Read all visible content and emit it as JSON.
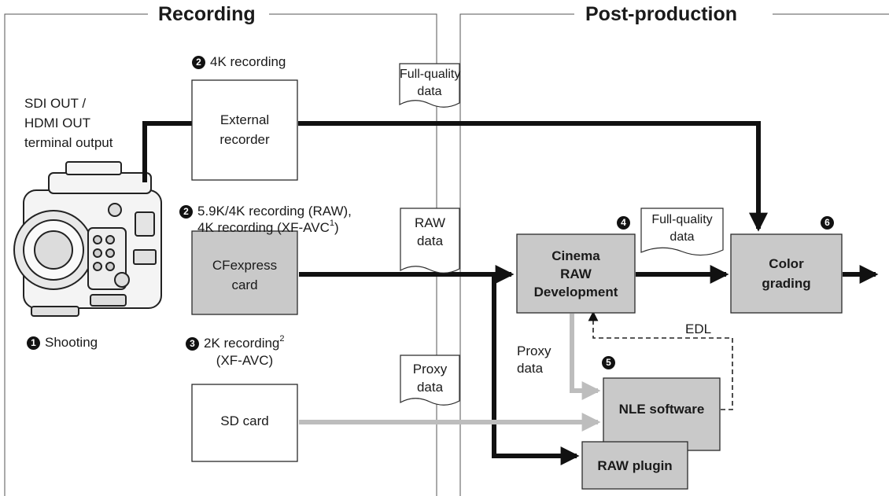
{
  "sections": {
    "recording": "Recording",
    "post_production": "Post-production"
  },
  "steps": {
    "shooting": {
      "num": "1",
      "label": "Shooting"
    },
    "rec_4k": {
      "num": "2",
      "label": "4K recording"
    },
    "rec_59k": {
      "num": "2",
      "line1": "5.9K/4K recording (RAW),",
      "line2_pre": "4K recording (XF-AVC",
      "line2_sup": "1",
      "line2_post": ")"
    },
    "rec_2k": {
      "num": "3",
      "line1_pre": "2K recording",
      "line1_sup": "2",
      "line2": "(XF-AVC)"
    },
    "step4": "4",
    "step5": "5",
    "step6": "6"
  },
  "sdi_output": {
    "line1": "SDI OUT /",
    "line2": "HDMI OUT",
    "line3": "terminal output"
  },
  "boxes": {
    "external_recorder": {
      "line1": "External",
      "line2": "recorder"
    },
    "cfexpress_card": {
      "line1": "CFexpress",
      "line2": "card"
    },
    "sd_card": {
      "line1": "SD card"
    },
    "cinema_raw": {
      "line1": "Cinema",
      "line2": "RAW",
      "line3": "Development"
    },
    "color_grading": {
      "line1": "Color",
      "line2": "grading"
    },
    "nle_software": {
      "line1": "NLE software"
    },
    "raw_plugin": {
      "line1": "RAW plugin"
    }
  },
  "documents": {
    "full_quality_top": {
      "line1": "Full-quality",
      "line2": "data"
    },
    "raw_data": {
      "line1": "RAW",
      "line2": "data"
    },
    "proxy_data": {
      "line1": "Proxy",
      "line2": "data"
    },
    "full_quality_right": {
      "line1": "Full-quality",
      "line2": "data"
    }
  },
  "labels": {
    "proxy_data": {
      "line1": "Proxy",
      "line2": "data"
    },
    "edl": "EDL"
  },
  "colors": {
    "box_gray": "#c9c9c9",
    "black_path": "#111111",
    "proxy_path": "#bdbdbd",
    "border": "#2a2a2a"
  }
}
